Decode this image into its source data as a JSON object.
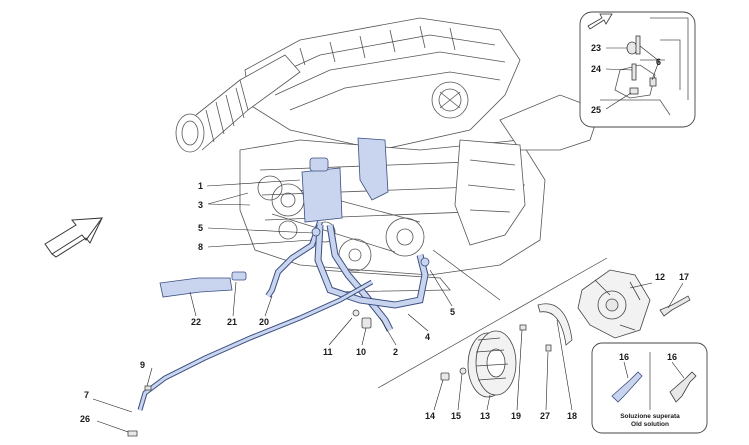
{
  "callouts": {
    "c1": "1",
    "c2": "2",
    "c3": "3",
    "c4": "4",
    "c5a": "5",
    "c5b": "5",
    "c6": "6",
    "c7": "7",
    "c8": "8",
    "c9": "9",
    "c10": "10",
    "c11": "11",
    "c12": "12",
    "c13": "13",
    "c14": "14",
    "c15": "15",
    "c16a": "16",
    "c16b": "16",
    "c17": "17",
    "c18": "18",
    "c19": "19",
    "c20": "20",
    "c21": "21",
    "c22": "22",
    "c23": "23",
    "c24": "24",
    "c25": "25",
    "c26": "26",
    "c27": "27"
  },
  "inset": {
    "caption_line1": "Soluzione superata",
    "caption_line2": "Old solution"
  },
  "colors": {
    "line": "#2a2a2a",
    "part_fill": "#c9d5ee",
    "part_stroke": "#3a4f82",
    "engine_stroke": "#555555"
  }
}
